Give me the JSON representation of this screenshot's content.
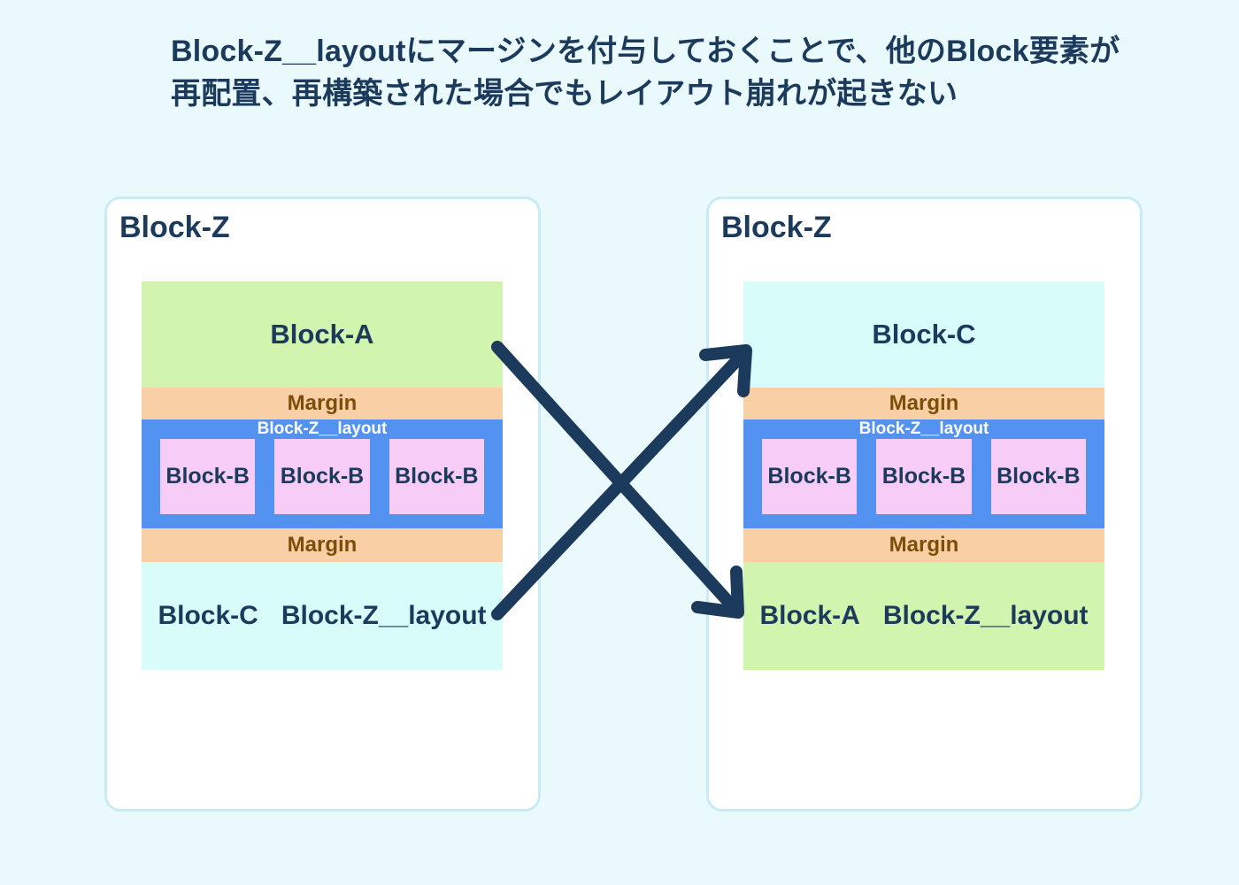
{
  "title": {
    "line1": "Block-Z__layoutにマージンを付与しておくことで、他のBlock要素が",
    "line2": "再配置、再構築された場合でもレイアウト崩れが起きない"
  },
  "colors": {
    "page-bg": "#e9f9fc",
    "panel-bg": "#ffffff",
    "panel-border": "#c8ebf4",
    "navy": "#1b3a5c",
    "green": "#d1f4af",
    "cyan": "#d8fcfa",
    "peach": "#f9d0a5",
    "margin-text": "#7d4e08",
    "blue": "#5392f1",
    "pink": "#f7cdf7",
    "white-label": "#ffffff"
  },
  "panels": {
    "before": {
      "name": "Block-Z",
      "top_block": "Block-A",
      "margin_top": "Margin",
      "layout_label": "Block-Z__layout",
      "block_b": [
        "Block-B",
        "Block-B",
        "Block-B"
      ],
      "margin_bottom": "Margin",
      "bottom_block": "Block-C",
      "bottom_block_suffix": "Block-Z__layout"
    },
    "after": {
      "name": "Block-Z",
      "top_block": "Block-C",
      "margin_top": "Margin",
      "layout_label": "Block-Z__layout",
      "block_b": [
        "Block-B",
        "Block-B",
        "Block-B"
      ],
      "margin_bottom": "Margin",
      "bottom_block": "Block-A",
      "bottom_block_suffix": "Block-Z__layout"
    }
  }
}
